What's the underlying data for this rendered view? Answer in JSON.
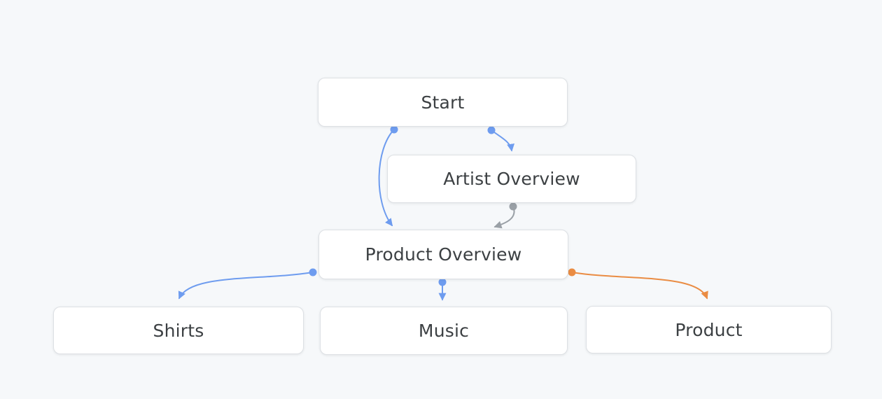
{
  "diagram": {
    "nodes": [
      {
        "id": "start",
        "label": "Start"
      },
      {
        "id": "artist-overview",
        "label": "Artist Overview"
      },
      {
        "id": "product-overview",
        "label": "Product Overview"
      },
      {
        "id": "shirts",
        "label": "Shirts"
      },
      {
        "id": "music",
        "label": "Music"
      },
      {
        "id": "product",
        "label": "Product"
      }
    ],
    "edges": [
      {
        "from": "Start",
        "to": "Artist Overview",
        "color_key": "edge_blue"
      },
      {
        "from": "Start",
        "to": "Product Overview",
        "color_key": "edge_blue"
      },
      {
        "from": "Artist Overview",
        "to": "Product Overview",
        "color_key": "edge_gray"
      },
      {
        "from": "Product Overview",
        "to": "Shirts",
        "color_key": "edge_blue"
      },
      {
        "from": "Product Overview",
        "to": "Music",
        "color_key": "edge_blue"
      },
      {
        "from": "Product Overview",
        "to": "Product",
        "color_key": "edge_orange"
      }
    ],
    "colors": {
      "background": "#F6F8FA",
      "node_fill": "#FFFFFF",
      "node_border": "#DDE0E4",
      "node_text": "#3C4043",
      "edge_blue": "#6E9CEF",
      "edge_gray": "#9AA0A6",
      "edge_orange": "#EA8C43"
    }
  }
}
